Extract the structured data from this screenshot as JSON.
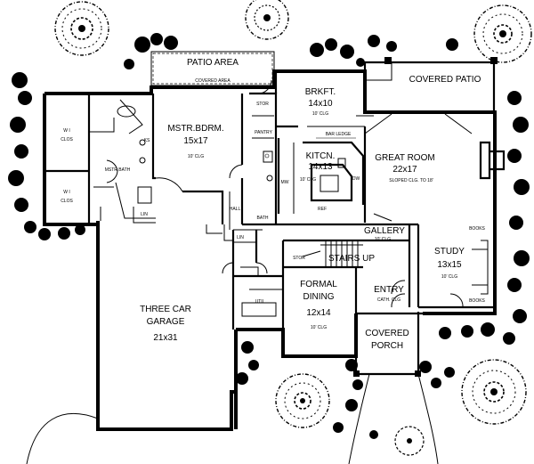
{
  "rooms": {
    "patio_area": {
      "name": "PATIO AREA",
      "note": "COVERED AREA"
    },
    "covered_patio": {
      "name": "COVERED PATIO"
    },
    "brkft": {
      "name": "BRKFT.",
      "size": "14x10",
      "note": "10' CLG"
    },
    "mstr_bdrm": {
      "name": "MSTR.BDRM.",
      "size": "15x17",
      "note": "10' CLG"
    },
    "stor_top": {
      "name": "STOR"
    },
    "pantry": {
      "name": "PANTRY"
    },
    "wi_clos_upper": {
      "name": "W I",
      "name2": "CLOS"
    },
    "wi_clos_lower": {
      "name": "W I",
      "name2": "CLOS"
    },
    "mstr_bath": {
      "name": "MSTR BATH"
    },
    "kitchen": {
      "name": "KITCN.",
      "size": "14x13",
      "note": "10' CLG"
    },
    "bar_ledge": {
      "name": "BAR LEDGE"
    },
    "great_room": {
      "name": "GREAT ROOM",
      "size": "22x17",
      "note": "SLOPED CLG. TO 18'"
    },
    "gallery": {
      "name": "GALLERY",
      "note": "10' CLG"
    },
    "study": {
      "name": "STUDY",
      "size": "13x15",
      "note": "10' CLG"
    },
    "books_top": {
      "name": "BOOKS"
    },
    "books_bottom": {
      "name": "BOOKS"
    },
    "stairs": {
      "name": "STAIRS UP"
    },
    "stor_stairs": {
      "name": "STOR"
    },
    "hall": {
      "name": "HALL"
    },
    "bath": {
      "name": "BATH"
    },
    "lin_1": {
      "name": "LIN"
    },
    "lin_2": {
      "name": "LIN"
    },
    "formal_dining": {
      "name": "FORMAL",
      "name2": "DINING",
      "size": "12x14",
      "note": "10' CLG"
    },
    "entry": {
      "name": "ENTRY",
      "note": "CATH. CLG"
    },
    "util": {
      "name": "UTIL"
    },
    "garage": {
      "name": "THREE CAR",
      "name2": "GARAGE",
      "size": "21x31"
    },
    "covered_porch": {
      "name": "COVERED",
      "name2": "PORCH"
    },
    "fixtures": {
      "ks": "KS",
      "dw": "DW",
      "ref": "REF",
      "mw": "MW"
    }
  }
}
